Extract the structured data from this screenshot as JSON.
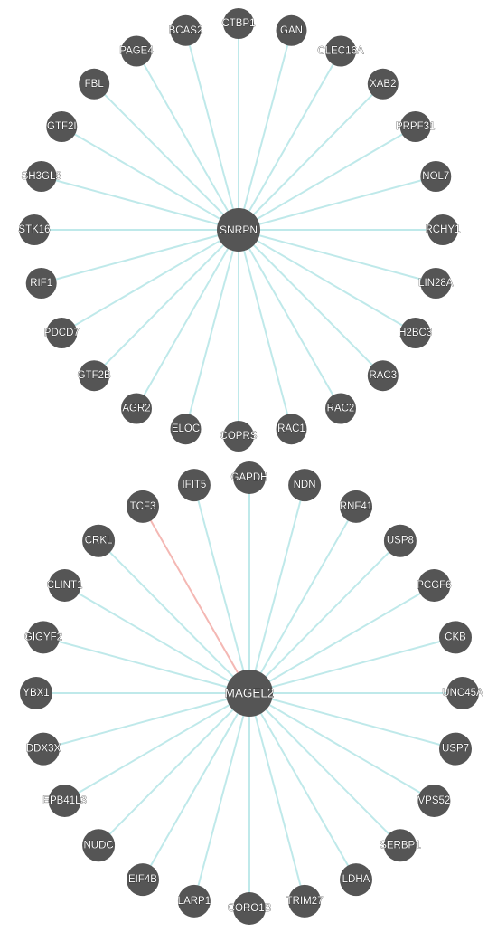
{
  "colors": {
    "background": "#ffffff",
    "node_fill": "#555555",
    "edge_default": "#bfe9ea",
    "edge_highlight": "#f4b8b4",
    "label_text": "#ffffff"
  },
  "networks": [
    {
      "id": "network-snrpn",
      "hub": "SNRPN",
      "neighbors": [
        {
          "label": "CTBP1",
          "edge": "default"
        },
        {
          "label": "GAN",
          "edge": "default"
        },
        {
          "label": "CLEC16A",
          "edge": "default"
        },
        {
          "label": "XAB2",
          "edge": "default"
        },
        {
          "label": "PRPF31",
          "edge": "default"
        },
        {
          "label": "NOL7",
          "edge": "default"
        },
        {
          "label": "RCHY1",
          "edge": "default"
        },
        {
          "label": "LIN28A",
          "edge": "default"
        },
        {
          "label": "H2BC3",
          "edge": "default"
        },
        {
          "label": "RAC3",
          "edge": "default"
        },
        {
          "label": "RAC2",
          "edge": "default"
        },
        {
          "label": "RAC1",
          "edge": "default"
        },
        {
          "label": "COPRS",
          "edge": "default"
        },
        {
          "label": "ELOC",
          "edge": "default"
        },
        {
          "label": "AGR2",
          "edge": "default"
        },
        {
          "label": "GTF2B",
          "edge": "default"
        },
        {
          "label": "PDCD7",
          "edge": "default"
        },
        {
          "label": "RIF1",
          "edge": "default"
        },
        {
          "label": "STK16",
          "edge": "default"
        },
        {
          "label": "SH3GL3",
          "edge": "default"
        },
        {
          "label": "GTF2I",
          "edge": "default"
        },
        {
          "label": "FBL",
          "edge": "default"
        },
        {
          "label": "PAGE4",
          "edge": "default"
        },
        {
          "label": "BCAS2",
          "edge": "default"
        }
      ]
    },
    {
      "id": "network-magel2",
      "hub": "MAGEL2",
      "neighbors": [
        {
          "label": "GAPDH",
          "edge": "default"
        },
        {
          "label": "NDN",
          "edge": "default"
        },
        {
          "label": "RNF41",
          "edge": "default"
        },
        {
          "label": "USP8",
          "edge": "default"
        },
        {
          "label": "PCGF6",
          "edge": "default"
        },
        {
          "label": "CKB",
          "edge": "default"
        },
        {
          "label": "UNC45A",
          "edge": "default"
        },
        {
          "label": "USP7",
          "edge": "default"
        },
        {
          "label": "VPS52",
          "edge": "default"
        },
        {
          "label": "SERBP1",
          "edge": "default"
        },
        {
          "label": "LDHA",
          "edge": "default"
        },
        {
          "label": "TRIM27",
          "edge": "default"
        },
        {
          "label": "CORO1B",
          "edge": "default"
        },
        {
          "label": "LARP1",
          "edge": "default"
        },
        {
          "label": "EIF4B",
          "edge": "default"
        },
        {
          "label": "NUDC",
          "edge": "default"
        },
        {
          "label": "EPB41L3",
          "edge": "default"
        },
        {
          "label": "DDX3X",
          "edge": "default"
        },
        {
          "label": "YBX1",
          "edge": "default"
        },
        {
          "label": "GIGYF2",
          "edge": "default"
        },
        {
          "label": "CLINT1",
          "edge": "default"
        },
        {
          "label": "CRKL",
          "edge": "default"
        },
        {
          "label": "TCF3",
          "edge": "highlight"
        },
        {
          "label": "IFIT5",
          "edge": "default"
        }
      ]
    }
  ]
}
